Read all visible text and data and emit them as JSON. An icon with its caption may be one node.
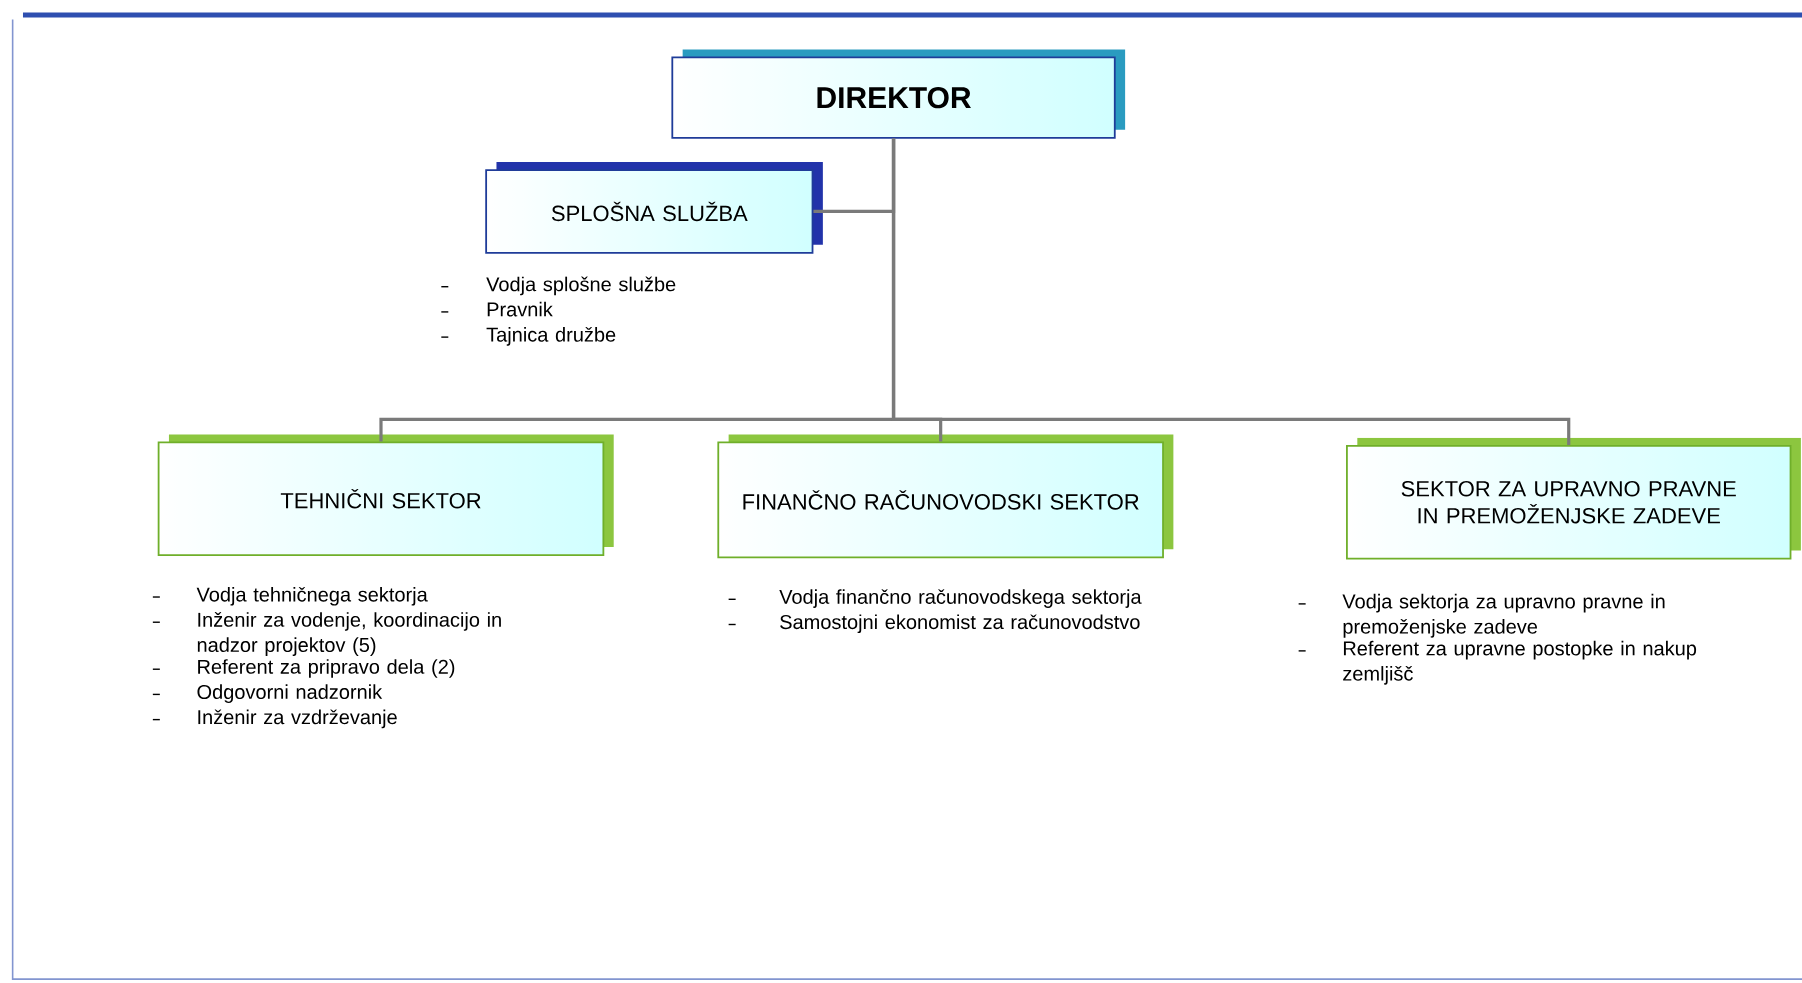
{
  "diagram": {
    "nodes": [
      {
        "text": [
          "DIREKTOR"
        ]
      },
      {
        "text": [
          "SPLOŠNA SLUŽBA"
        ],
        "beside": [
          "Vodja splošne službe",
          "Pravnik",
          "Tajnica družbe"
        ]
      },
      {
        "text": [
          "TEHNIČNI SEKTOR"
        ],
        "beside": [
          "Vodja tehničnega sektorja",
          "Inženir za vodenje, koordinacijo in nadzor projektov (5)",
          "Referent za pripravo dela (2)",
          "Odgovorni nadzornik",
          "Inženir za vzdrževanje"
        ]
      },
      {
        "text": [
          "FINANČNO RAČUNOVODSKI SEKTOR"
        ],
        "beside": [
          "Vodja finančno računovodskega sektorja",
          "Samostojni ekonomist za računovodstvo"
        ]
      },
      {
        "text": [
          "SEKTOR ZA UPRAVNO PRAVNE IN PREMOŽENJSKE ZADEVE"
        ],
        "beside": [
          "Vodja sektorja za upravno pravne in premoženjske zadeve",
          "Referent za upravne postopke in nakup zemljišč"
        ]
      }
    ],
    "edges": [
      {
        "from": 0,
        "to": 1,
        "arrow": "none"
      },
      {
        "from": 0,
        "to": 2,
        "arrow": "none"
      },
      {
        "from": 0,
        "to": 3,
        "arrow": "none"
      },
      {
        "from": 0,
        "to": 4,
        "arrow": "none"
      }
    ]
  }
}
